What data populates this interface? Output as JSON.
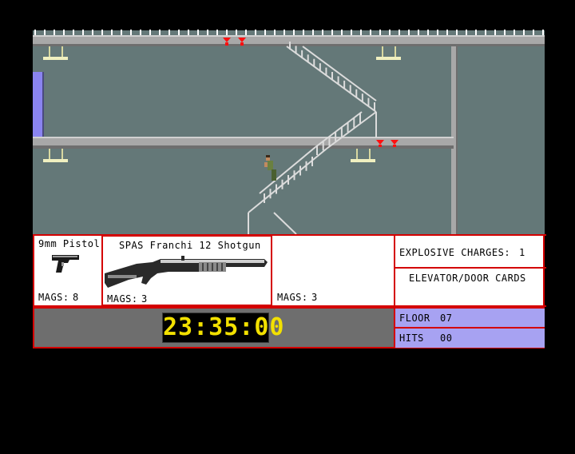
{
  "hud": {
    "weapons": [
      {
        "name": "9mm Pistol",
        "mags_label": "MAGS:",
        "mags_value": "8"
      },
      {
        "name": "SPAS Franchi 12 Shotgun",
        "mags_label": "MAGS:",
        "mags_value": "3"
      },
      {
        "name": "",
        "mags_label": "MAGS:",
        "mags_value": "3"
      }
    ],
    "explosive_charges_label": "EXPLOSIVE CHARGES:",
    "explosive_charges_value": "1",
    "cards_label": "ELEVATOR/DOOR CARDS",
    "clock": "23:35:00",
    "floor_label": "FLOOR",
    "floor_value": "07",
    "hits_label": "HITS",
    "hits_value": "00"
  },
  "colors": {
    "wall": "#647878",
    "floor_slab": "#a8a8a8",
    "border_red": "#d40000",
    "stat_panel_lavender": "#a7a2f2",
    "clock_digits": "#f2e000",
    "status_bg": "#6e6e6e"
  },
  "icons": [
    "pistol-icon",
    "shotgun-icon",
    "exit-arrow-icon",
    "ceiling-lamp-icon",
    "staircase",
    "player-character"
  ]
}
